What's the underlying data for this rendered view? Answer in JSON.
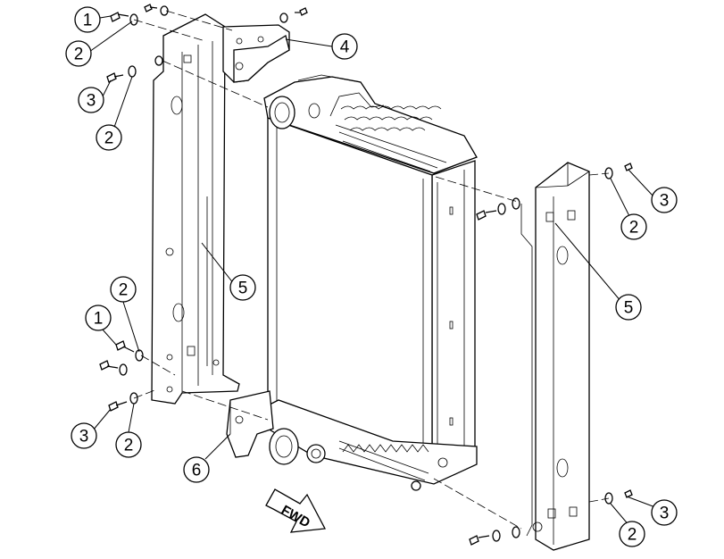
{
  "diagram": {
    "callouts": [
      {
        "label": "1"
      },
      {
        "label": "2"
      },
      {
        "label": "3"
      },
      {
        "label": "2"
      },
      {
        "label": "4"
      },
      {
        "label": "3"
      },
      {
        "label": "2"
      },
      {
        "label": "5"
      },
      {
        "label": "5"
      },
      {
        "label": "2"
      },
      {
        "label": "1"
      },
      {
        "label": "3"
      },
      {
        "label": "2"
      },
      {
        "label": "6"
      },
      {
        "label": "3"
      },
      {
        "label": "2"
      }
    ],
    "fwd_label": "FWD",
    "colors": {
      "line": "#000000",
      "background": "#ffffff"
    }
  }
}
